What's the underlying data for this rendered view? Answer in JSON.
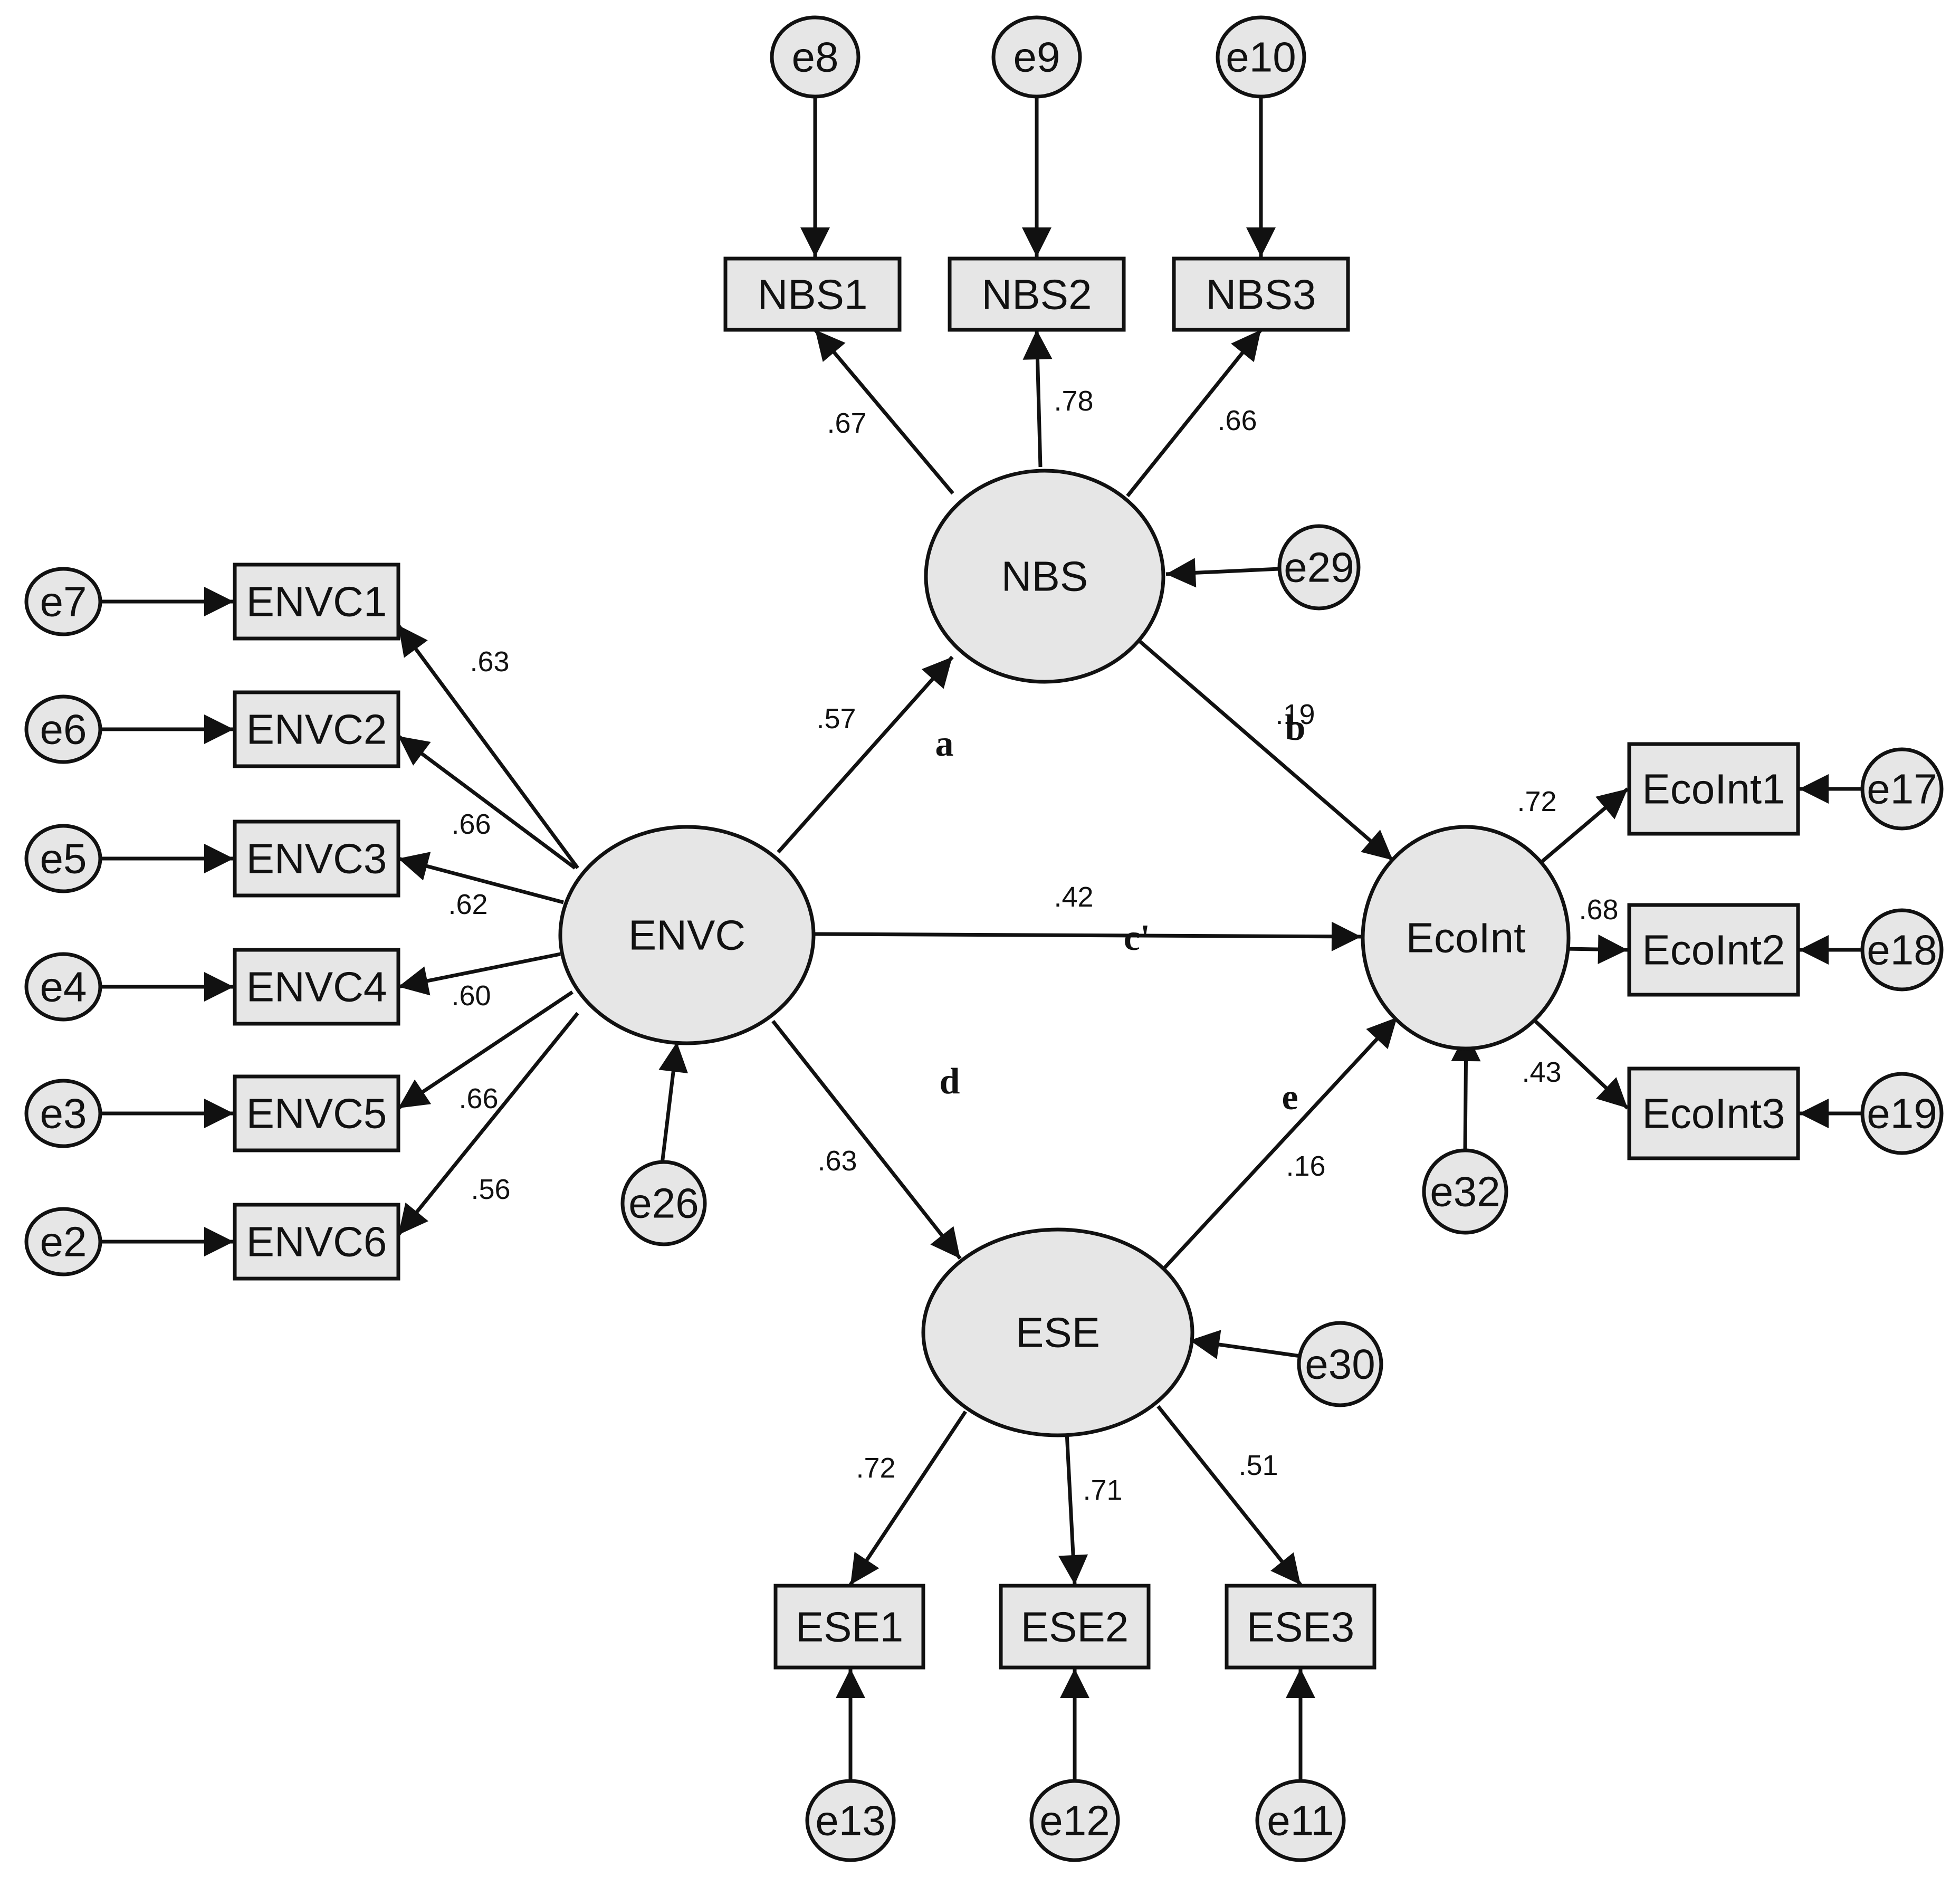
{
  "latent": {
    "NBS": "NBS",
    "ENVC": "ENVC",
    "EcoInt": "EcoInt",
    "ESE": "ESE"
  },
  "indicators": {
    "NBS1": "NBS1",
    "NBS2": "NBS2",
    "NBS3": "NBS3",
    "ENVC1": "ENVC1",
    "ENVC2": "ENVC2",
    "ENVC3": "ENVC3",
    "ENVC4": "ENVC4",
    "ENVC5": "ENVC5",
    "ENVC6": "ENVC6",
    "EcoInt1": "EcoInt1",
    "EcoInt2": "EcoInt2",
    "EcoInt3": "EcoInt3",
    "ESE1": "ESE1",
    "ESE2": "ESE2",
    "ESE3": "ESE3"
  },
  "errors": {
    "e8": "e8",
    "e9": "e9",
    "e10": "e10",
    "e7": "e7",
    "e6": "e6",
    "e5": "e5",
    "e4": "e4",
    "e3": "e3",
    "e2": "e2",
    "e17": "e17",
    "e18": "e18",
    "e19": "e19",
    "e13": "e13",
    "e12": "e12",
    "e11": "e11",
    "e26": "e26",
    "e29": "e29",
    "e30": "e30",
    "e32": "e32"
  },
  "coefficients": {
    "NBS1": ".67",
    "NBS2": ".78",
    "NBS3": ".66",
    "ENVC1": ".63",
    "ENVC3": ".66",
    "ENVC4": ".62",
    "ENVC5": ".60",
    "ENVC5b": ".66",
    "ENVC6": ".56",
    "EcoInt1": ".72",
    "EcoInt2": ".68",
    "EcoInt3": ".43",
    "ESE1": ".72",
    "ESE2": ".71",
    "ESE3": ".51",
    "ENVC_NBS": ".57",
    "NBS_EcoInt": ".19",
    "ENVC_EcoInt": ".42",
    "ENVC_ESE": ".63",
    "ESE_EcoInt": ".16"
  },
  "paths": {
    "a": "a",
    "b": "b",
    "c": "c'",
    "d": "d",
    "e": "e"
  }
}
